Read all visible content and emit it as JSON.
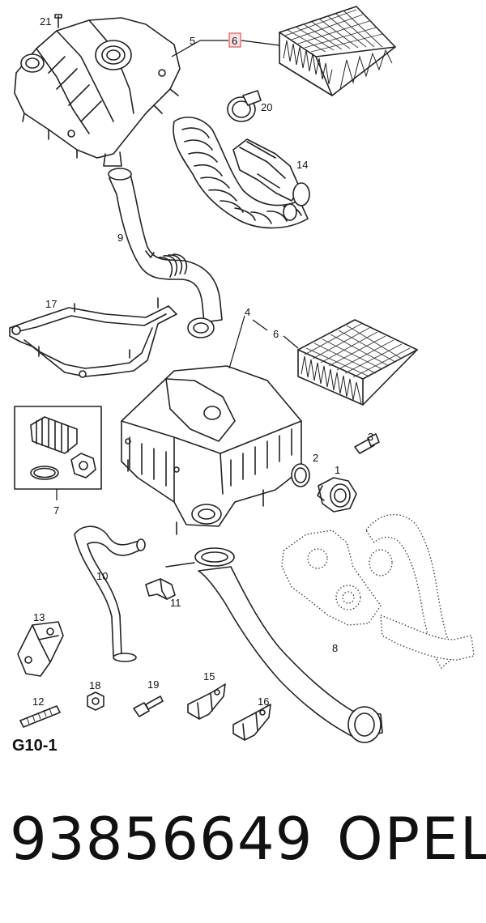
{
  "diagram": {
    "code": "G10-1",
    "highlighted_callout": "6",
    "highlight_color": "#e06060",
    "highlight_fill": "#fde2e2",
    "callouts": {
      "c21": "21",
      "c5": "5",
      "c6_top": "6",
      "c20": "20",
      "c14": "14",
      "c9": "9",
      "c17": "17",
      "c4": "4",
      "c6_mid": "6",
      "c3": "3",
      "c2": "2",
      "c1": "1",
      "c7": "7",
      "c10": "10",
      "c11": "11",
      "c13": "13",
      "c8": "8",
      "c12": "12",
      "c18": "18",
      "c19": "19",
      "c15": "15",
      "c16": "16"
    }
  },
  "footer": {
    "part_number": "93856649",
    "brand": "OPEL"
  }
}
